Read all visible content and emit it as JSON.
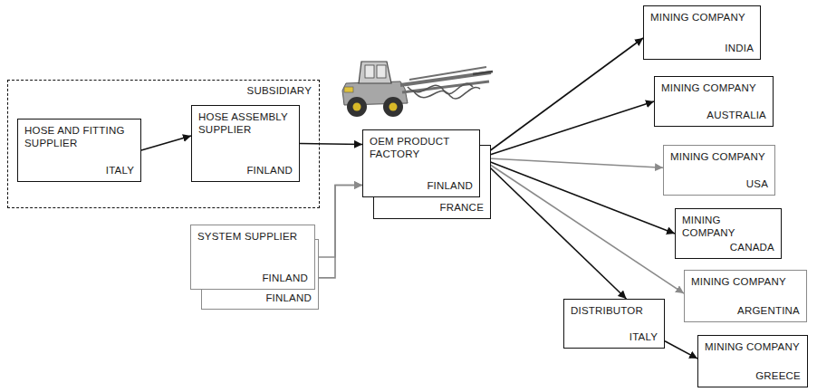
{
  "diagram": {
    "nodes": [
      {
        "text": [
          "SUBSIDIARY"
        ]
      },
      {
        "text": [
          "HOSE AND FITTING SUPPLIER",
          "ITALY"
        ],
        "in": 0
      },
      {
        "text": [
          "HOSE ASSEMBLY SUPPLIER",
          "FINLAND"
        ],
        "in": 0
      },
      {
        "text": [
          "OEM PRODUCT FACTORY",
          "FINLAND"
        ]
      },
      {
        "text": [
          "FRANCE"
        ]
      },
      {
        "text": [
          "SYSTEM SUPPLIER",
          "FINLAND"
        ]
      },
      {
        "text": [
          "FINLAND"
        ]
      },
      {
        "text": [
          "MINING COMPANY",
          "INDIA"
        ]
      },
      {
        "text": [
          "MINING COMPANY",
          "AUSTRALIA"
        ]
      },
      {
        "text": [
          "MINING COMPANY",
          "USA"
        ]
      },
      {
        "text": [
          "MINING COMPANY",
          "CANADA"
        ]
      },
      {
        "text": [
          "MINING COMPANY",
          "ARGENTINA"
        ]
      },
      {
        "text": [
          "DISTRIBUTOR",
          "ITALY"
        ]
      },
      {
        "text": [
          "MINING COMPANY",
          "GREECE"
        ]
      }
    ],
    "edges": [
      {
        "from": 1,
        "to": 2,
        "arrow": "to"
      },
      {
        "from": 2,
        "to": 3,
        "arrow": "to"
      },
      {
        "from": 5,
        "to": 3,
        "arrow": "to"
      },
      {
        "from": 6,
        "to": 3,
        "arrow": "to"
      },
      {
        "from": 3,
        "to": 7,
        "arrow": "to"
      },
      {
        "from": 3,
        "to": 8,
        "arrow": "to"
      },
      {
        "from": 3,
        "to": 9,
        "arrow": "to"
      },
      {
        "from": 3,
        "to": 10,
        "arrow": "to"
      },
      {
        "from": 3,
        "to": 11,
        "arrow": "to"
      },
      {
        "from": 3,
        "to": 12,
        "arrow": "to"
      },
      {
        "from": 12,
        "to": 13,
        "arrow": "to"
      }
    ]
  }
}
